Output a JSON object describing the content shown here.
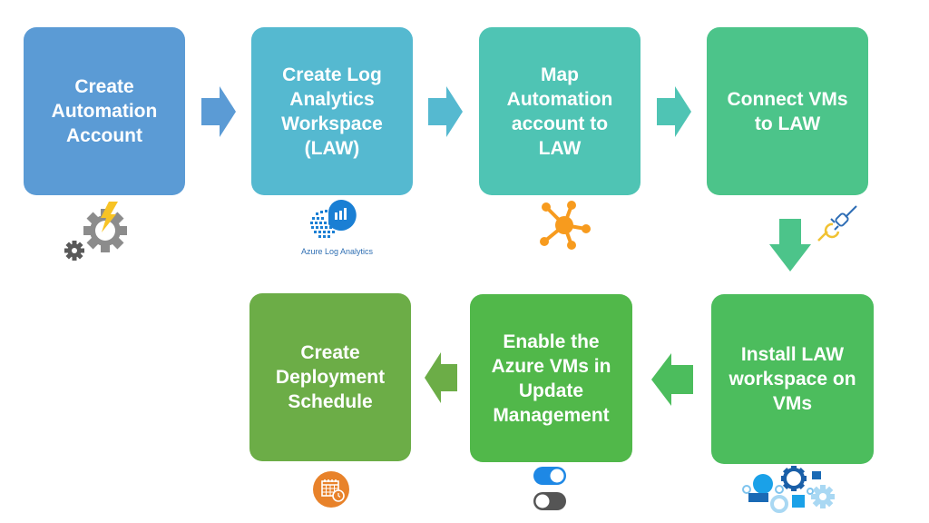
{
  "diagram": {
    "type": "process-flow",
    "steps": [
      {
        "id": 1,
        "lines": [
          "Create",
          "Automation",
          "Account"
        ],
        "color": "#5b9bd5",
        "icon": "automation-gear-lightning-icon"
      },
      {
        "id": 2,
        "lines": [
          "Create Log",
          "Analytics",
          "Workspace",
          "(LAW)"
        ],
        "color": "#55b9d0",
        "icon": "azure-log-analytics-icon",
        "icon_caption": "Azure Log Analytics"
      },
      {
        "id": 3,
        "lines": [
          "Map",
          "Automation",
          "account to",
          "LAW"
        ],
        "color": "#4fc4b4",
        "icon": "network-hub-icon"
      },
      {
        "id": 4,
        "lines": [
          "Connect VMs",
          "to LAW"
        ],
        "color": "#4cc48a",
        "icon": "plug-connector-icon"
      },
      {
        "id": 5,
        "lines": [
          "Install LAW",
          "workspace on",
          "VMs"
        ],
        "color": "#4cbd5d",
        "icon": "gears-chat-icon"
      },
      {
        "id": 6,
        "lines": [
          "Enable the",
          "Azure VMs in",
          "Update",
          "Management"
        ],
        "color": "#51b84a",
        "icon": "toggle-switches-icon"
      },
      {
        "id": 7,
        "lines": [
          "Create",
          "Deployment",
          "Schedule"
        ],
        "color": "#6cad47",
        "icon": "calendar-clock-icon"
      }
    ],
    "connections": [
      {
        "from": 1,
        "to": 2,
        "direction": "right",
        "color": "#5b9bd5"
      },
      {
        "from": 2,
        "to": 3,
        "direction": "right",
        "color": "#55b9d0"
      },
      {
        "from": 3,
        "to": 4,
        "direction": "right",
        "color": "#4fc4b4"
      },
      {
        "from": 4,
        "to": 5,
        "direction": "down",
        "color": "#4cc48a"
      },
      {
        "from": 5,
        "to": 6,
        "direction": "left",
        "color": "#4cbd5d"
      },
      {
        "from": 6,
        "to": 7,
        "direction": "left",
        "color": "#6cad47"
      }
    ],
    "icon_colors": {
      "gear_gray": "#8c8c8c",
      "gear_dark": "#595959",
      "lightning": "#f7c325",
      "log_analytics_blue": "#1a7fd4",
      "hub_orange": "#f79b1e",
      "plug_blue": "#2e6db5",
      "plug_yellow": "#f1c232",
      "toggle_on": "#1e88e5",
      "toggle_off": "#555555",
      "calendar_orange": "#e8822a"
    }
  }
}
